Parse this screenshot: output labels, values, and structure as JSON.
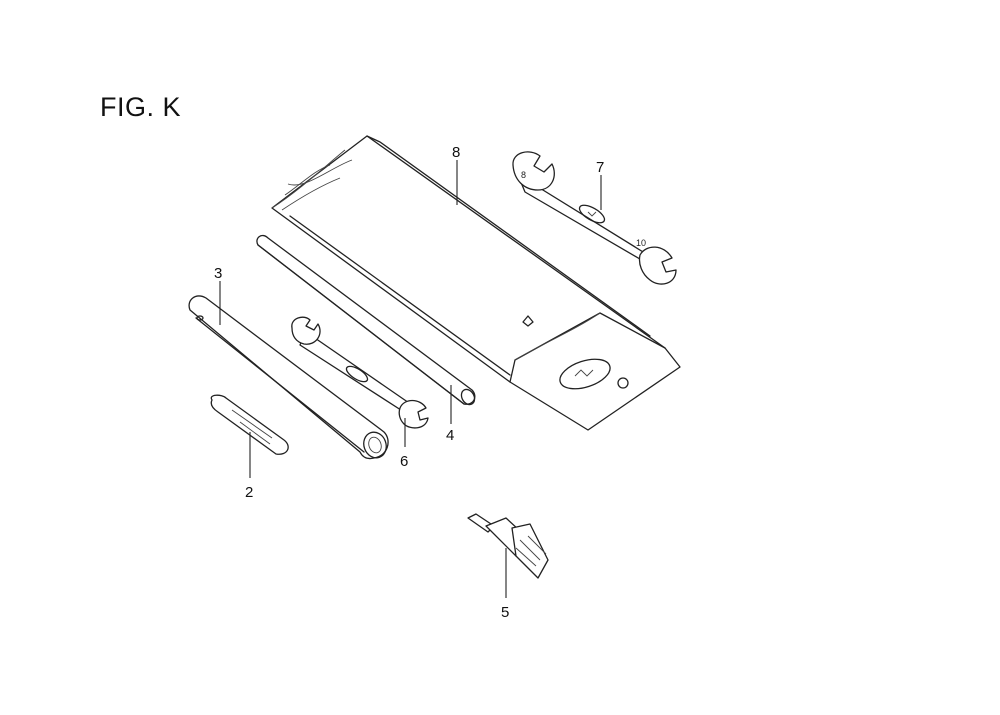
{
  "figure": {
    "title": "FIG. K"
  },
  "callouts": [
    {
      "id": "1",
      "label": "8"
    },
    {
      "id": "2",
      "label": "7"
    },
    {
      "id": "3",
      "label": "3"
    },
    {
      "id": "4",
      "label": "4"
    },
    {
      "id": "5",
      "label": "6"
    },
    {
      "id": "6",
      "label": "2"
    },
    {
      "id": "7",
      "label": "5"
    }
  ],
  "parts": [
    {
      "name": "tool-bag"
    },
    {
      "name": "open-end-wrench-large"
    },
    {
      "name": "box-wrench-socket"
    },
    {
      "name": "handle-bar"
    },
    {
      "name": "open-end-wrench-small"
    },
    {
      "name": "screwdriver-blade"
    },
    {
      "name": "spark-plug"
    }
  ]
}
